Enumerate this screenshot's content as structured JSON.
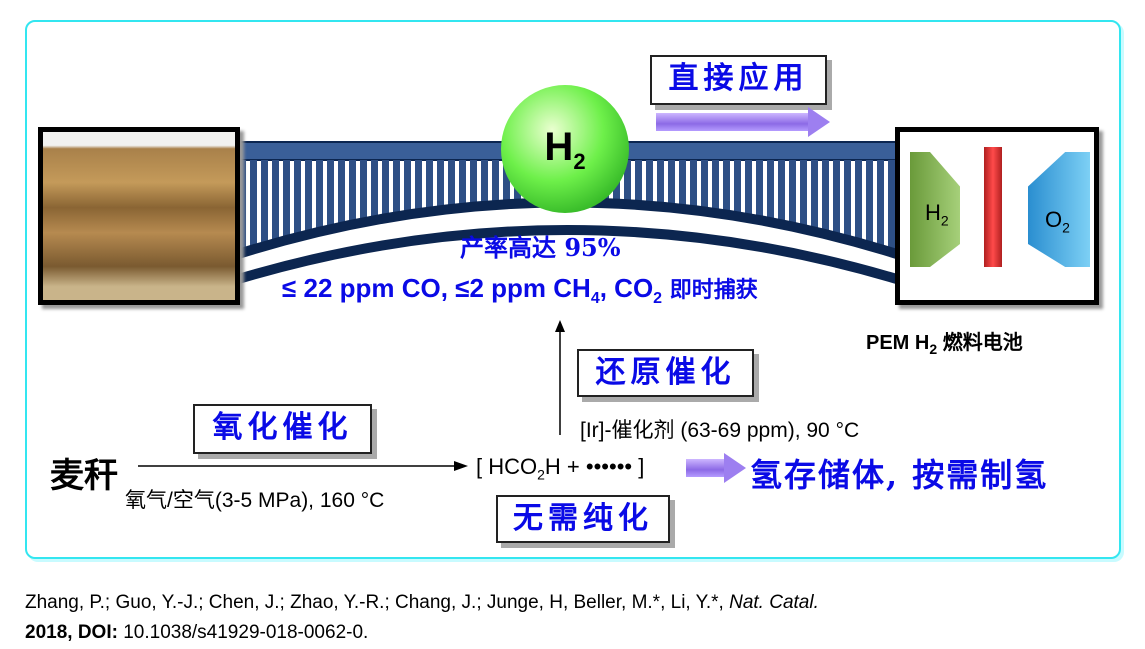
{
  "labels": {
    "direct_use": "直接应用",
    "reduction": "还原催化",
    "oxidation": "氧化催化",
    "no_purification": "无需纯化"
  },
  "h2_sphere": "H",
  "h2_sub": "2",
  "yield": "产率高达 95%",
  "impurities": {
    "a": "≤ 22 ppm CO, ≤2 ppm CH",
    "sub": "4",
    "b": ", CO",
    "sub2": "2",
    "c": " 即时捕获"
  },
  "fuel_cell": {
    "caption_a": "PEM H",
    "caption_sub": "2",
    "caption_b": " 燃料电池",
    "h2": "H",
    "o2": "O",
    "sub": "2"
  },
  "ir_catalyst": "[Ir]-催化剂 (63-69 ppm), 90 °C",
  "straw": "麦秆",
  "conditions": "氧气/空气(3-5 MPa), 160 °C",
  "intermediate": {
    "a": "[ HCO",
    "sub": "2",
    "b": "H + •••••• ]"
  },
  "storage": "氢存储体, 按需制氢",
  "citation": {
    "authors": "Zhang, P.; Guo, Y.-J.; Chen, J.; Zhao, Y.-R.; Chang, J.; Junge, H, Beller, M.*, Li, Y.*, ",
    "journal": "Nat. Catal.",
    "year": "2018, DOI:",
    "doi": " 10.1038/s41929-018-0062-0."
  }
}
